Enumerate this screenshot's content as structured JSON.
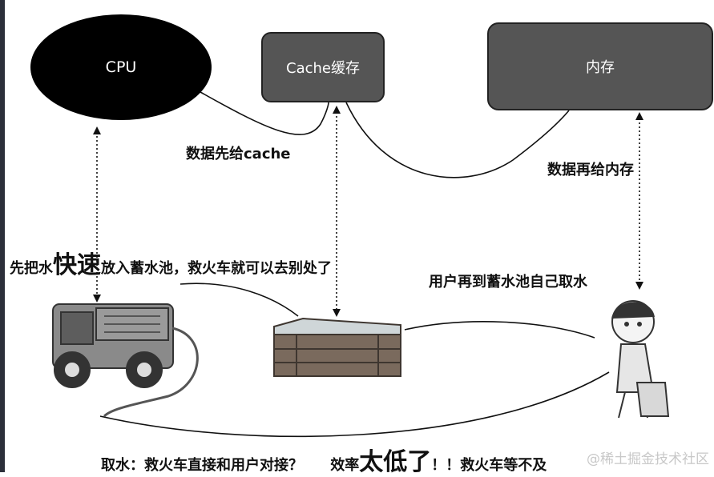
{
  "nodes": {
    "cpu": "CPU",
    "cache": "Cache缓存",
    "memory": "内存"
  },
  "labels": {
    "to_cache": "数据先给cache",
    "to_memory": "数据再给内存",
    "fast_part1": "先把水",
    "fast_big": "快速",
    "fast_part2": "放入蓄水池，救火车就可以去别处了",
    "user_fetch": "用户再到蓄水池自己取水",
    "bottom_part1": "取水：救火车直接和用户对接？",
    "bottom_part2": "效率",
    "bottom_big": "太低了",
    "bottom_part3": "！！救火车等不及"
  },
  "watermark": "@稀土掘金技术社区",
  "colors": {
    "cpu_fill": "#000000",
    "box_fill": "#555555",
    "line": "#111111",
    "truck": "#7a7a7a",
    "tank_wood": "#6f6156"
  }
}
